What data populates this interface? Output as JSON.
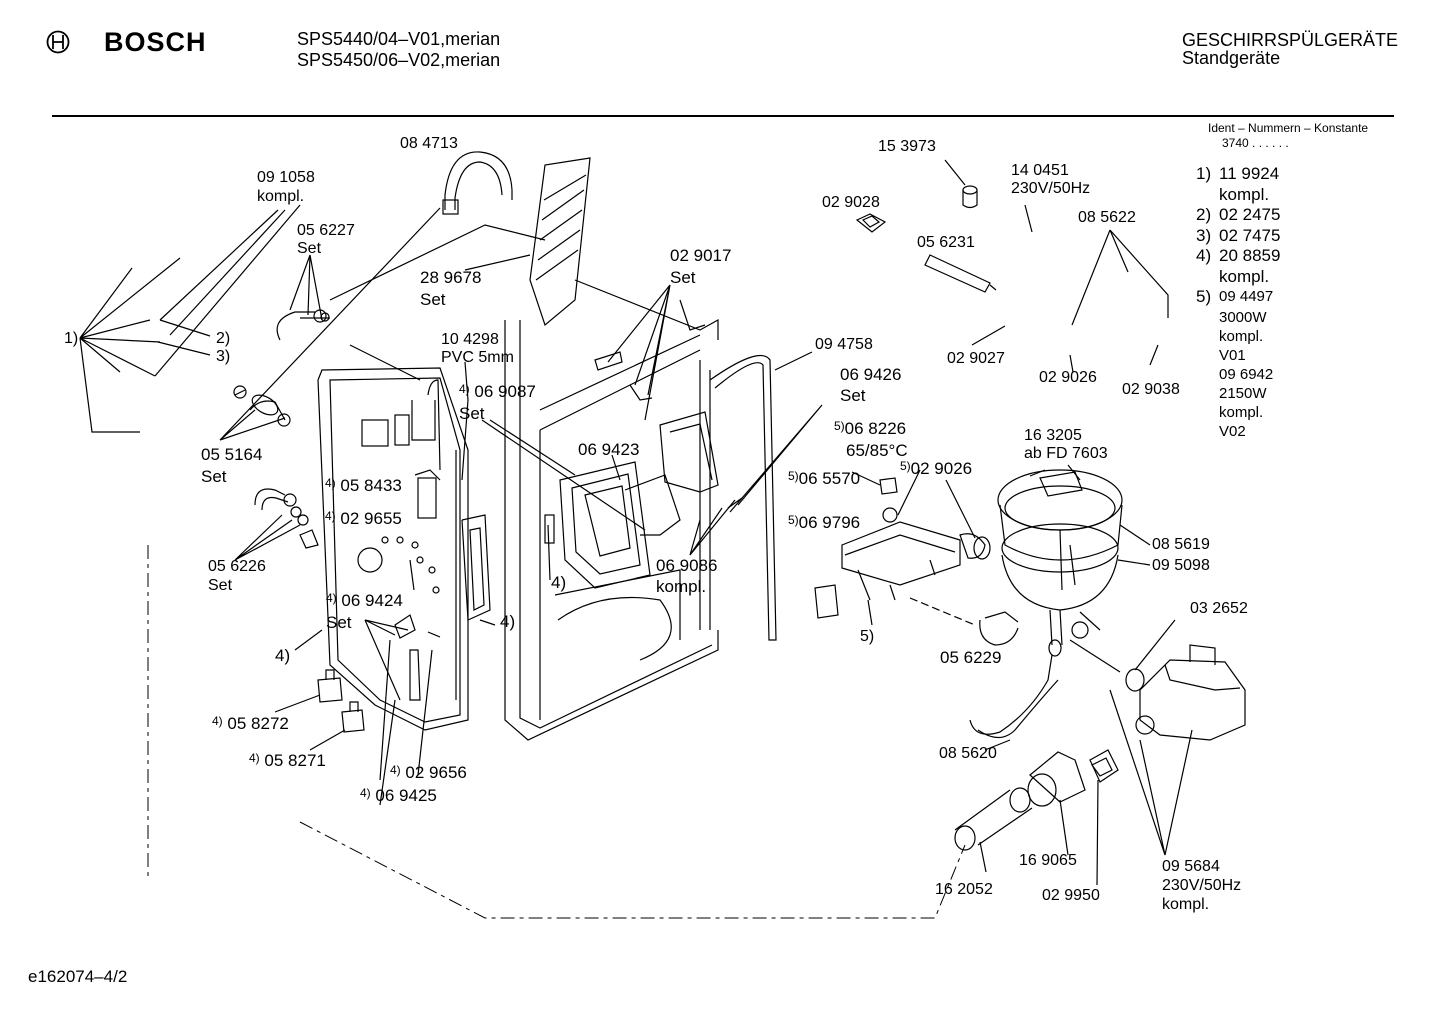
{
  "header": {
    "brand": "BOSCH",
    "model_1": "SPS5440/04–V01,merian",
    "model_2": "SPS5450/06–V02,merian",
    "category": "GESCHIRRSPÜLGERÄTE",
    "subcategory": "Standgeräte",
    "ident_label": "Ident – Nummern – Konstante",
    "ident_value": "3740 . . . . . ."
  },
  "legend": [
    {
      "key": "1)",
      "lines": [
        "11 9924",
        "kompl."
      ]
    },
    {
      "key": "2)",
      "lines": [
        "02 2475"
      ]
    },
    {
      "key": "3)",
      "lines": [
        "02 7475"
      ]
    },
    {
      "key": "4)",
      "lines": [
        "20 8859",
        "kompl."
      ]
    },
    {
      "key": "5)",
      "lines": [
        "09 4497",
        "3000W",
        "kompl.",
        "V01",
        "09 6942",
        "2150W",
        "kompl.",
        "V02"
      ]
    }
  ],
  "labels": {
    "p084713": "08 4713",
    "p091058": "09 1058",
    "kompl_a": "kompl.",
    "p056227": "05 6227",
    "set_a": "Set",
    "p289678": "28 9678",
    "set_b": "Set",
    "k1": "1)",
    "k2": "2)",
    "k3": "3)",
    "p104298": "10 4298",
    "pvc": "PVC 5mm",
    "p069087": "06 9087",
    "set_c": "Set",
    "p055164": "05 5164",
    "set_d": "Set",
    "p058433": "05 8433",
    "p029655": "02 9655",
    "p056226": "05 6226",
    "set_e": "Set",
    "p069424": "06 9424",
    "set_f": "Set",
    "k4_a": "4)",
    "k4_b": "4)",
    "k4_c": "4)",
    "p058272": "05 8272",
    "p058271": "05 8271",
    "p029656": "02 9656",
    "p069425": "06 9425",
    "p069423": "06 9423",
    "p029017": "02 9017",
    "set_g": "Set",
    "p069086": "06 9086",
    "kompl_b": "kompl.",
    "p094758": "09 4758",
    "p069426": "06 9426",
    "set_h": "Set",
    "p068226": "06 8226",
    "temp": "65/85°C",
    "p065570": "06 5570",
    "p029026_a": "02 9026",
    "p069796": "06 9796",
    "k5": "5)",
    "p056229": "05 6229",
    "p153973": "15 3973",
    "p029028": "02 9028",
    "p140451": "14 0451",
    "volt_a": "230V/50Hz",
    "p056231": "05 6231",
    "p085622": "08 5622",
    "p029027": "02 9027",
    "p029026_b": "02 9026",
    "p029038": "02 9038",
    "p163205": "16 3205",
    "abfd": "ab FD 7603",
    "p085619": "08 5619",
    "p095098": "09 5098",
    "p032652": "03 2652",
    "p085620": "08 5620",
    "p169065": "16 9065",
    "p162052": "16 2052",
    "p029950": "02 9950",
    "p095684": "09 5684",
    "volt_b": "230V/50Hz",
    "kompl_c": "kompl."
  },
  "footer": "e162074–4/2"
}
